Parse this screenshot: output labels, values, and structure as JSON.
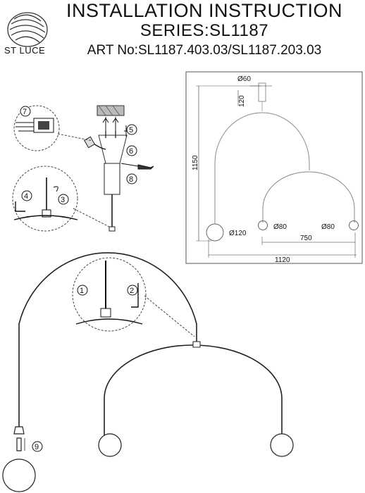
{
  "brand": {
    "logo_text": "ST LUCE"
  },
  "header": {
    "title": "INSTALLATION INSTRUCTION",
    "series": "SERIES:SL1187",
    "art_no": "ART No:SL1187.403.03/SL1187.203.03"
  },
  "dimensions": {
    "d60": "Ø60",
    "h120": "120",
    "h1150": "1150",
    "d120": "Ø120",
    "d80_a": "Ø80",
    "d80_b": "Ø80",
    "w750": "750",
    "w1120": "1120"
  },
  "steps": {
    "s1": "1",
    "s2": "2",
    "s3": "3",
    "s4": "4",
    "s5": "5",
    "s6": "6",
    "s7": "7",
    "s8": "8",
    "s9": "9"
  }
}
